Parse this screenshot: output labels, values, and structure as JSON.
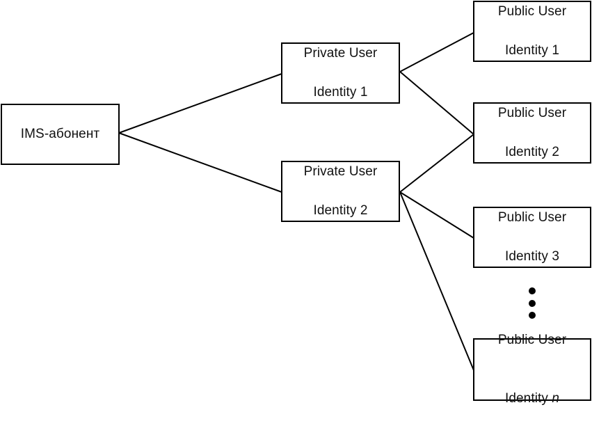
{
  "subscriber": {
    "label": "IMS-абонент"
  },
  "private_identities": [
    {
      "line1": "Private User",
      "line2": "Identity 1"
    },
    {
      "line1": "Private User",
      "line2": "Identity 2"
    }
  ],
  "public_identities": [
    {
      "line1": "Public User",
      "line2": "Identity 1",
      "suffix": ""
    },
    {
      "line1": "Public User",
      "line2": "Identity 2",
      "suffix": ""
    },
    {
      "line1": "Public User",
      "line2": "Identity 3",
      "suffix": ""
    },
    {
      "line1": "Public User",
      "line2": "Identity ",
      "suffix": "n"
    }
  ]
}
